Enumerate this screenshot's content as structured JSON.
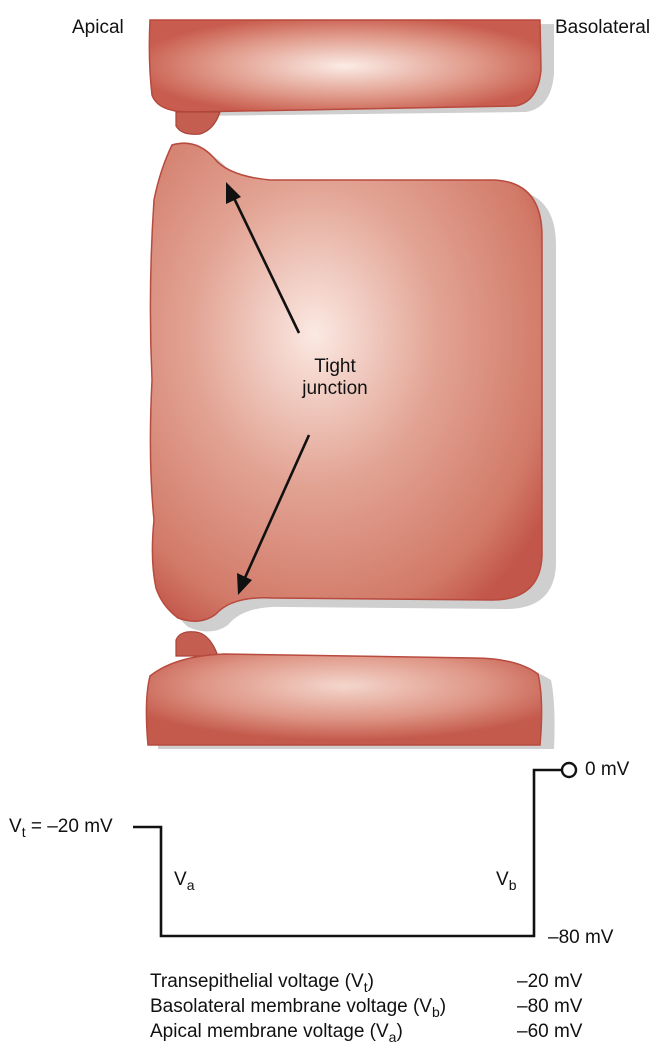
{
  "sides": {
    "apical": "Apical",
    "basolateral": "Basolateral"
  },
  "annotation": {
    "tight_junction_line1": "Tight",
    "tight_junction_line2": "junction"
  },
  "voltage_trace": {
    "zero_label": "0 mV",
    "vt_label_prefix": "V",
    "vt_label_sub": "t",
    "vt_label_suffix": " = –20 mV",
    "va_label": "V",
    "va_sub": "a",
    "vb_label": "V",
    "vb_sub": "b",
    "minus80_label": "–80 mV",
    "levels_mV": {
      "lumen": -20,
      "cell": -80,
      "interstitium": 0
    }
  },
  "legend": [
    {
      "text": "Transepithelial voltage (V",
      "sub": "t",
      "close": ")",
      "value": "–20 mV"
    },
    {
      "text": "Basolateral membrane voltage (V",
      "sub": "b",
      "close": ")",
      "value": "–80 mV"
    },
    {
      "text": "Apical membrane voltage (V",
      "sub": "a",
      "close": ")",
      "value": "–60 mV"
    }
  ],
  "colors": {
    "cell_edge": "#c05045",
    "cell_mid": "#d98a7a",
    "cell_center": "#fbe8e1",
    "shadow": "#cfcfcf",
    "line": "#111111"
  }
}
